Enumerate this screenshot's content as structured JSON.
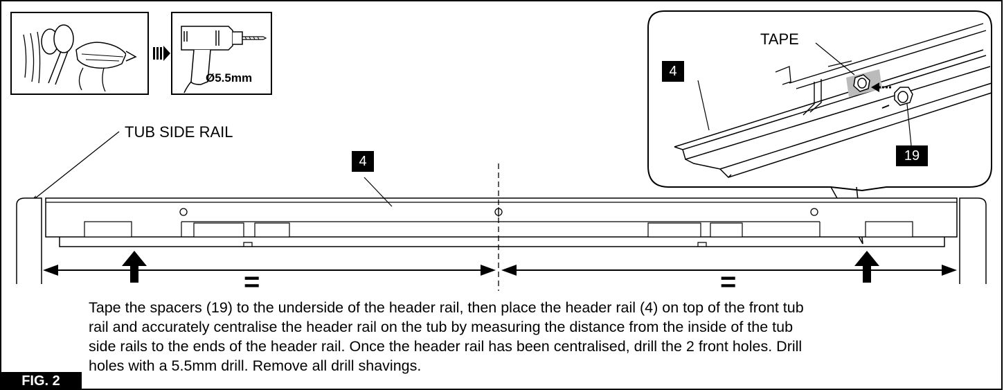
{
  "figure": {
    "label": "FIG. 2",
    "instruction_lines": [
      "Tape the spacers (19) to the underside of the header rail, then place the header rail (4) on top of the front tub",
      "rail and accurately centralise the header rail on the tub by  measuring the distance from the inside of the tub",
      "side rails to the ends of the header rail. Once the header rail has been centralised, drill the 2 front holes. Drill",
      "holes with a 5.5mm drill. Remove all drill shavings."
    ]
  },
  "tools": {
    "drill_size": "Ø5.5mm",
    "icons": [
      "hammer-and-punch-icon",
      "arrow-right-icon",
      "power-drill-icon"
    ]
  },
  "callouts": {
    "tub_side_rail": "TUB SIDE RAIL",
    "header_rail_number": "4",
    "detail_rail_number": "4",
    "tape": "TAPE",
    "spacer_number": "19"
  },
  "measurement": {
    "equal_left": "=",
    "equal_right": "="
  }
}
